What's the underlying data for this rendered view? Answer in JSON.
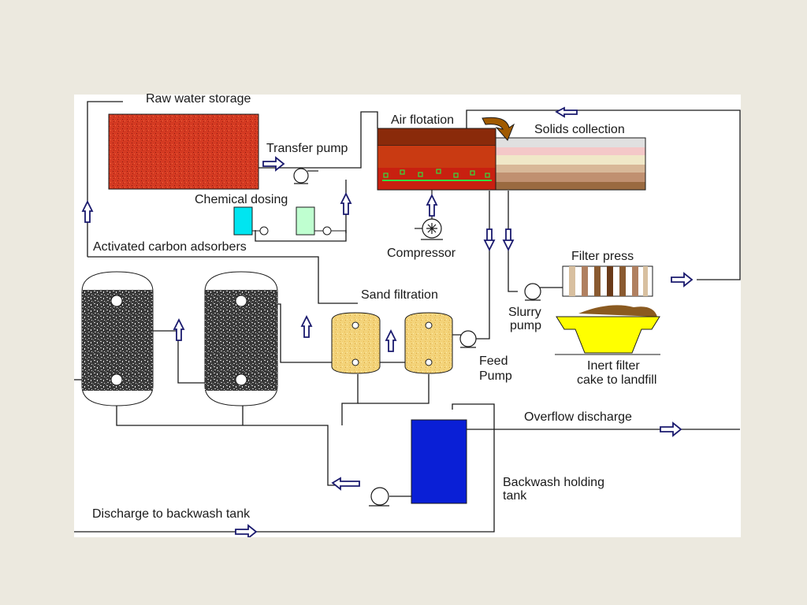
{
  "labels": {
    "raw_water_storage": "Raw water storage",
    "transfer_pump": "Transfer pump",
    "air_flotation": "Air flotation",
    "solids_collection": "Solids collection",
    "chemical_dosing": "Chemical dosing",
    "compressor": "Compressor",
    "activated_carbon_adsorbers": "Activated carbon adsorbers",
    "filter_press": "Filter press",
    "sand_filtration": "Sand filtration",
    "slurry_pump_line1": "Slurry",
    "slurry_pump_line2": "pump",
    "feed_pump_line1": "Feed",
    "feed_pump_line2": "Pump",
    "inert_filter_line1": "Inert filter",
    "inert_filter_line2": "cake to landfill",
    "overflow_discharge": "Overflow discharge",
    "backwash_holding_line1": "Backwash holding",
    "backwash_holding_line2": "tank",
    "discharge_to_backwash": "Discharge to backwash tank"
  },
  "colors": {
    "background": "#ece9df",
    "panel": "#ffffff",
    "raw_water": "#d43a22",
    "flotation_dark": "#8a2a0a",
    "flotation_mid": "#c93a12",
    "backwash_tank": "#0a1fd6",
    "filter_cake_bin": "#ffff00",
    "chemical_tank_1": "#00e5f0",
    "chemical_tank_2": "#bfffd0",
    "sand": "#f3d37a",
    "arrow_outline": "#1a1a6e"
  }
}
